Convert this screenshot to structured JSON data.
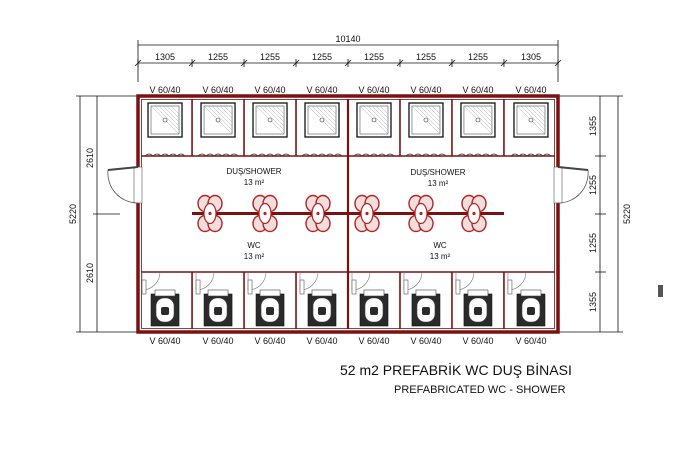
{
  "dimensions": {
    "total_width": "10140",
    "segments": [
      "1305",
      "1255",
      "1255",
      "1255",
      "1255",
      "1255",
      "1255",
      "1305"
    ],
    "left_total": "5220",
    "left_segments": [
      "2610",
      "2610"
    ],
    "right_total": "5220",
    "right_segments": [
      "1355",
      "1255",
      "1255",
      "1355"
    ]
  },
  "cabin_labels_top": [
    "V 60/40",
    "V 60/40",
    "V 60/40",
    "V 60/40",
    "V 60/40",
    "V 60/40",
    "V 60/40",
    "V 60/40"
  ],
  "cabin_labels_bottom": [
    "V 60/40",
    "V 60/40",
    "V 60/40",
    "V 60/40",
    "V 60/40",
    "V 60/40",
    "V 60/40",
    "V 60/40"
  ],
  "rooms": {
    "shower_left": {
      "name": "DUŞ/SHOWER",
      "area": "13 m²"
    },
    "shower_right": {
      "name": "DUŞ/SHOWER",
      "area": "13 m²"
    },
    "wc_left": {
      "name": "WC",
      "area": "13 m²"
    },
    "wc_right": {
      "name": "WC",
      "area": "13 m²"
    }
  },
  "title": {
    "main": "52 m2 PREFABRİK WC DUŞ BİNASI",
    "sub": "PREFABRICATED WC - SHOWER"
  },
  "colors": {
    "wall": "#7a1212",
    "fixture": "#b52222",
    "fixture_fill": "#f3dede",
    "dim_line": "#111111"
  },
  "icons": {
    "shower": "shower-tray-icon",
    "toilet": "squat-toilet-icon",
    "sink": "wash-basin-icon",
    "door": "door-swing-icon"
  }
}
